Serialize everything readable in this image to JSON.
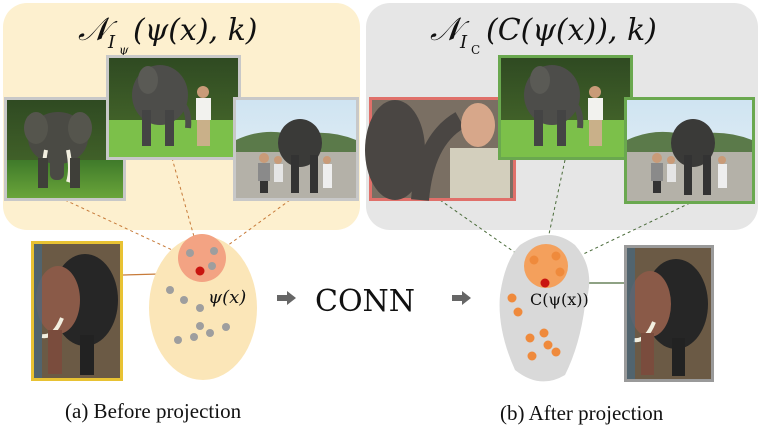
{
  "left_panel": {
    "title_symbol": "𝒩",
    "title_subscript_main": "I",
    "title_subscript_sub": "ψ",
    "title_args": "(ψ(x), k)",
    "background_color": "#fdf0cf",
    "point_label": "ψ(x)",
    "caption": "(a) Before projection",
    "query_frame_color": "#e8c233",
    "neighbor_frame_color": "#c8c8c8"
  },
  "right_panel": {
    "title_symbol": "𝒩",
    "title_subscript_main": "I",
    "title_subscript_sub": "C",
    "title_args": "(C(ψ(x)), k)",
    "background_color": "#e6e6e6",
    "point_label": "C(ψ(x))",
    "caption": "(b) After projection",
    "wrong_neighbor_color": "#e0706a",
    "right_neighbor_color": "#6aa84f",
    "query_frame_color": "#9a9a9a"
  },
  "center": {
    "label": "CONN"
  },
  "colors": {
    "gray_point": "#9e9e9e",
    "orange_point": "#ef8a3c",
    "query_point": "#c9140f",
    "neighborhood_left": "#f3a383",
    "neighborhood_right": "#f4a05c",
    "left_cloud": "#fbe6b8",
    "right_cloud": "#d9d9d9",
    "arrow": "#666666"
  }
}
